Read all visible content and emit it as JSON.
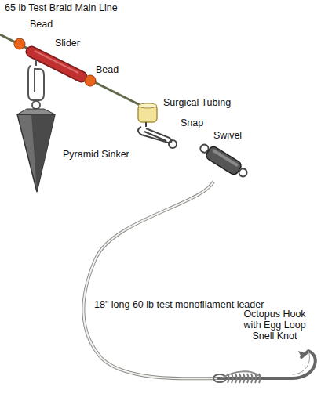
{
  "diagram": {
    "labels": [
      "65 lb Test Braid Main Line",
      "Bead",
      "Slider",
      "Bead",
      "Surgical Tubing",
      "Snap",
      "Pyramid Sinker",
      "Swivel",
      "18\" long 60 lb test monofilament leader",
      "Octopus Hook with Egg Loop Snell Knot"
    ]
  }
}
